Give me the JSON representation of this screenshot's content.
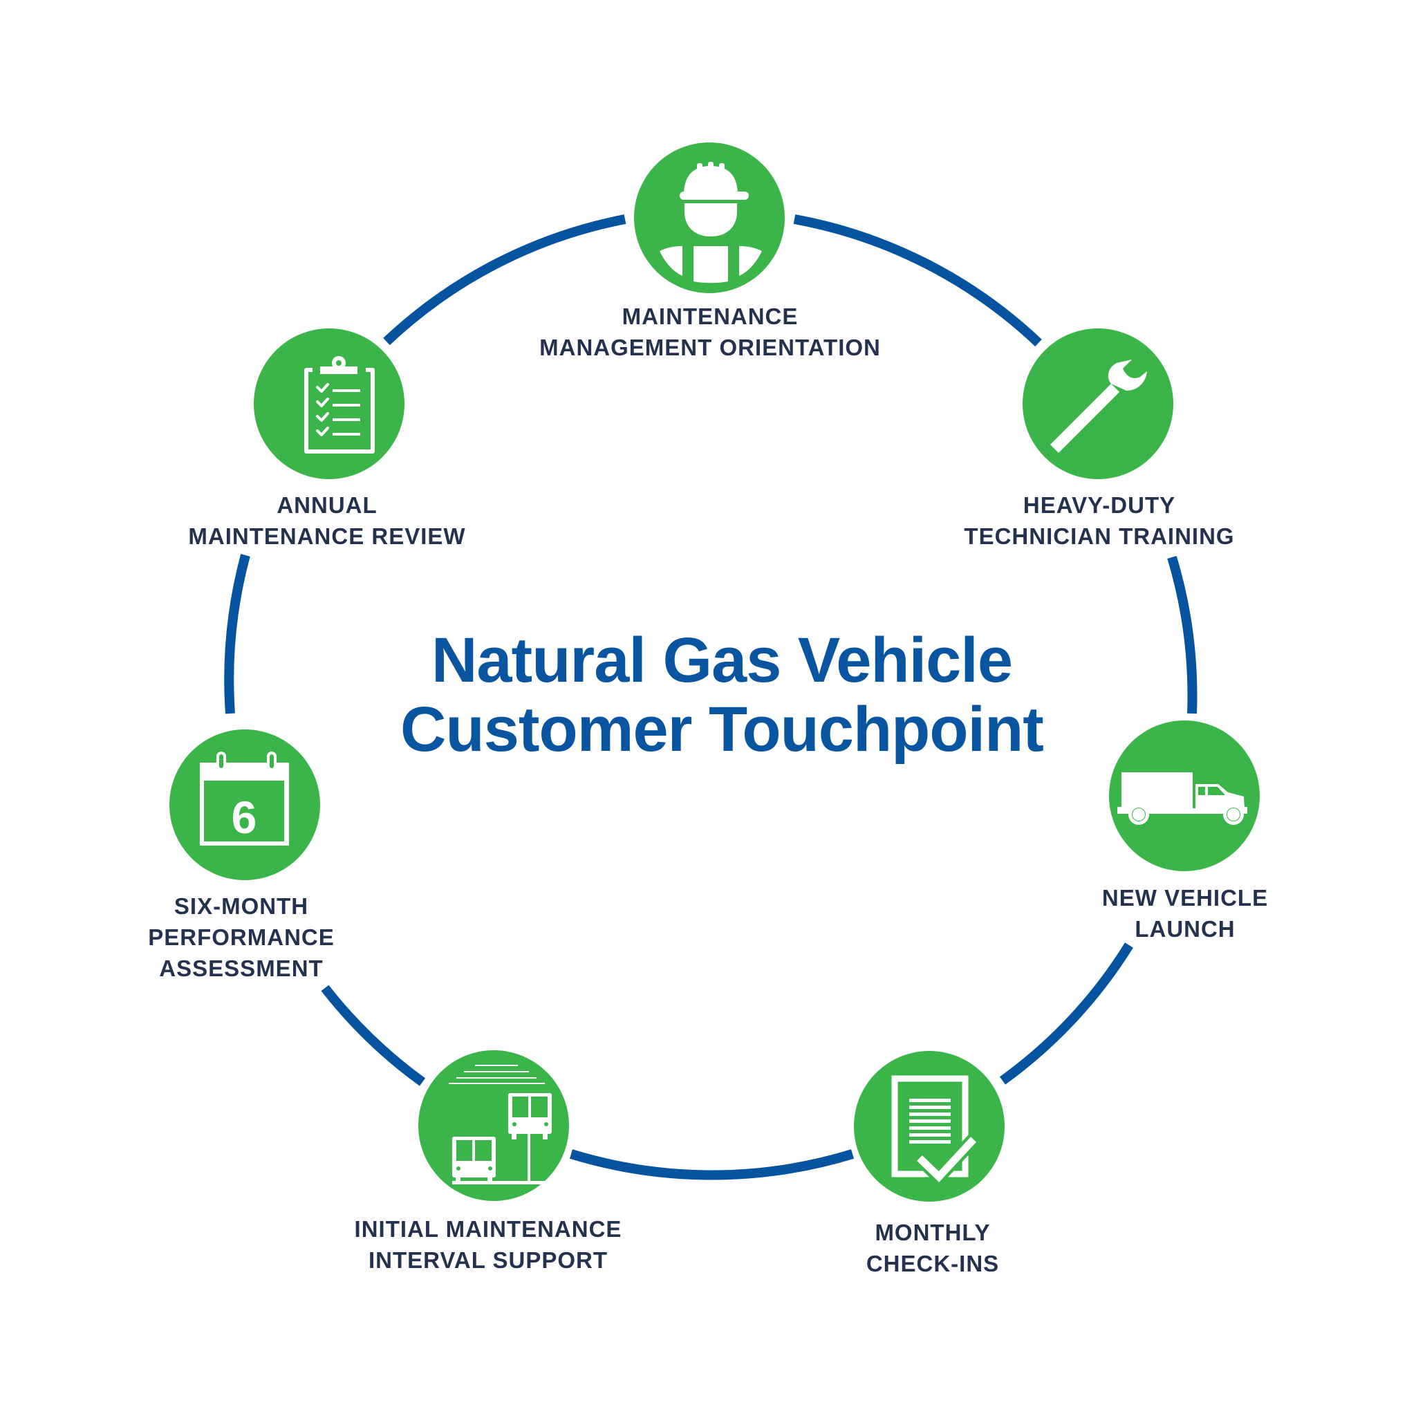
{
  "title": {
    "line1": "Natural Gas Vehicle",
    "line2": "Customer Touchpoint"
  },
  "colors": {
    "ring": "#0653A0",
    "node": "#3BB54A",
    "label": "#24324F",
    "title": "#0A55A0"
  },
  "touchpoints": [
    {
      "icon": "worker-hardhat-icon",
      "lines": [
        "MAINTENANCE",
        "MANAGEMENT ORIENTATION"
      ]
    },
    {
      "icon": "wrench-icon",
      "lines": [
        "HEAVY-DUTY",
        "TECHNICIAN TRAINING"
      ]
    },
    {
      "icon": "truck-icon",
      "lines": [
        "NEW VEHICLE",
        "LAUNCH"
      ]
    },
    {
      "icon": "document-check-icon",
      "lines": [
        "MONTHLY",
        "CHECK-INS"
      ]
    },
    {
      "icon": "bus-station-icon",
      "lines": [
        "INITIAL MAINTENANCE",
        "INTERVAL SUPPORT"
      ]
    },
    {
      "icon": "calendar-icon",
      "lines": [
        "SIX-MONTH",
        "PERFORMANCE",
        "ASSESSMENT"
      ],
      "calendar_number": "6"
    },
    {
      "icon": "clipboard-checklist-icon",
      "lines": [
        "ANNUAL",
        "MAINTENANCE REVIEW"
      ]
    }
  ]
}
